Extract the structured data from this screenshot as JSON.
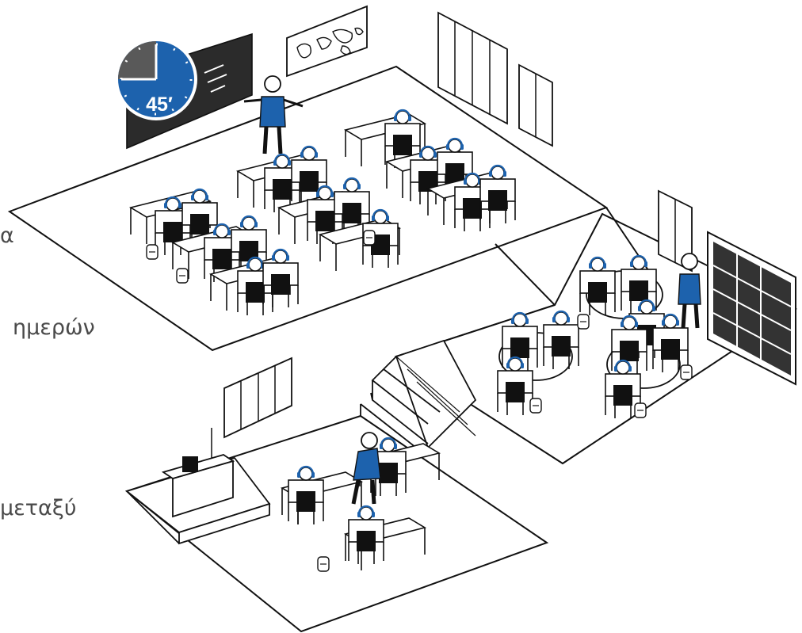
{
  "clock": {
    "label": "45′",
    "color": "#1d62ad"
  },
  "accent_color": "#1d62ad",
  "side_labels": [
    {
      "text": "α"
    },
    {
      "text": "ημερών"
    },
    {
      "text": "μεταξύ"
    }
  ]
}
